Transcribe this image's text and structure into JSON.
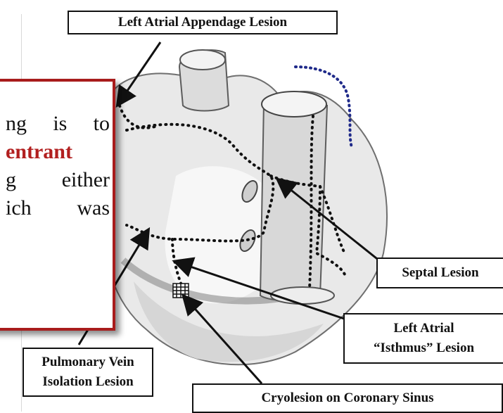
{
  "labels": {
    "left_atrial_appendage": "Left Atrial Appendage  Lesion",
    "septal": "Septal Lesion",
    "left_atrial_isthmus_line1": "Left Atrial",
    "left_atrial_isthmus_line2": "“Isthmus” Lesion",
    "pulmonary_vein_line1": "Pulmonary Vein",
    "pulmonary_vein_line2": "Isolation  Lesion",
    "cryolesion": "Cryolesion on Coronary Sinus"
  },
  "overlay": {
    "line1_a": "ng",
    "line1_b": "is",
    "line1_c": "to",
    "line2": "entrant",
    "line3_a": "g",
    "line3_b": "either",
    "line4_a": "ich",
    "line4_b": "was"
  },
  "colors": {
    "overlay_border": "#a81c1c",
    "highlight_text": "#b21f1f",
    "blue_dots": "#1f2a8a"
  }
}
